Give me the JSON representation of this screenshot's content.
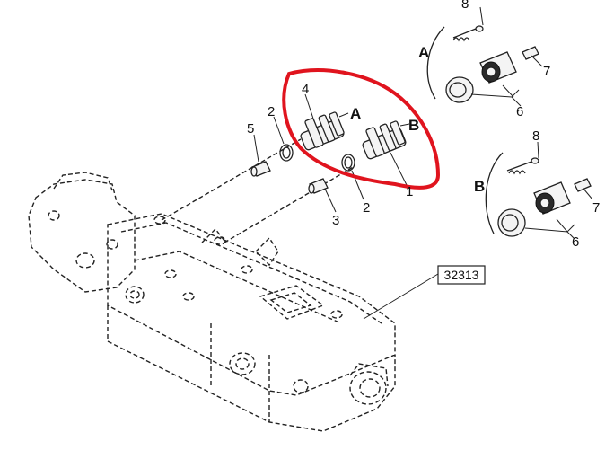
{
  "diagram": {
    "reference_box": "32313",
    "labels": {
      "n1": "1",
      "n2a": "2",
      "n2b": "2",
      "n3": "3",
      "n4": "4",
      "n5": "5",
      "n6a": "6",
      "n6b": "6",
      "n7a": "7",
      "n7b": "7",
      "n8a": "8",
      "n8b": "8",
      "letterA_main": "A",
      "letterB_main": "B",
      "letterA_side": "A",
      "letterB_side": "B"
    },
    "highlight_color": "#e0141e"
  }
}
